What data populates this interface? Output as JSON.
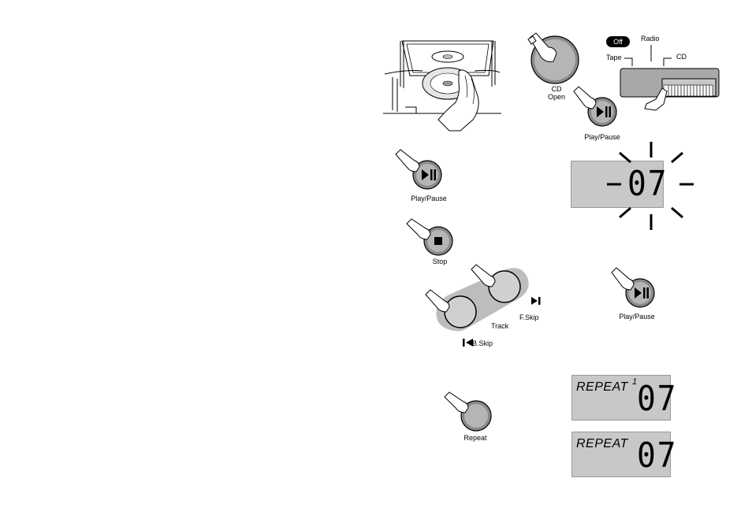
{
  "diagram": {
    "cd_open": {
      "label_line1": "CD",
      "label_line2": "Open"
    },
    "play_pause": "Play/Pause",
    "stop": "Stop",
    "track": "Track",
    "f_skip": "F.Skip",
    "b_skip": "B.Skip",
    "repeat": "Repeat",
    "function_switch": {
      "off": "Off",
      "tape": "Tape",
      "radio": "Radio",
      "cd": "CD"
    },
    "display_track": "07",
    "display_repeat1": {
      "text": "REPEAT",
      "sup": "1",
      "digits": "07"
    },
    "display_repeat": {
      "text": "REPEAT",
      "digits": "07"
    }
  }
}
